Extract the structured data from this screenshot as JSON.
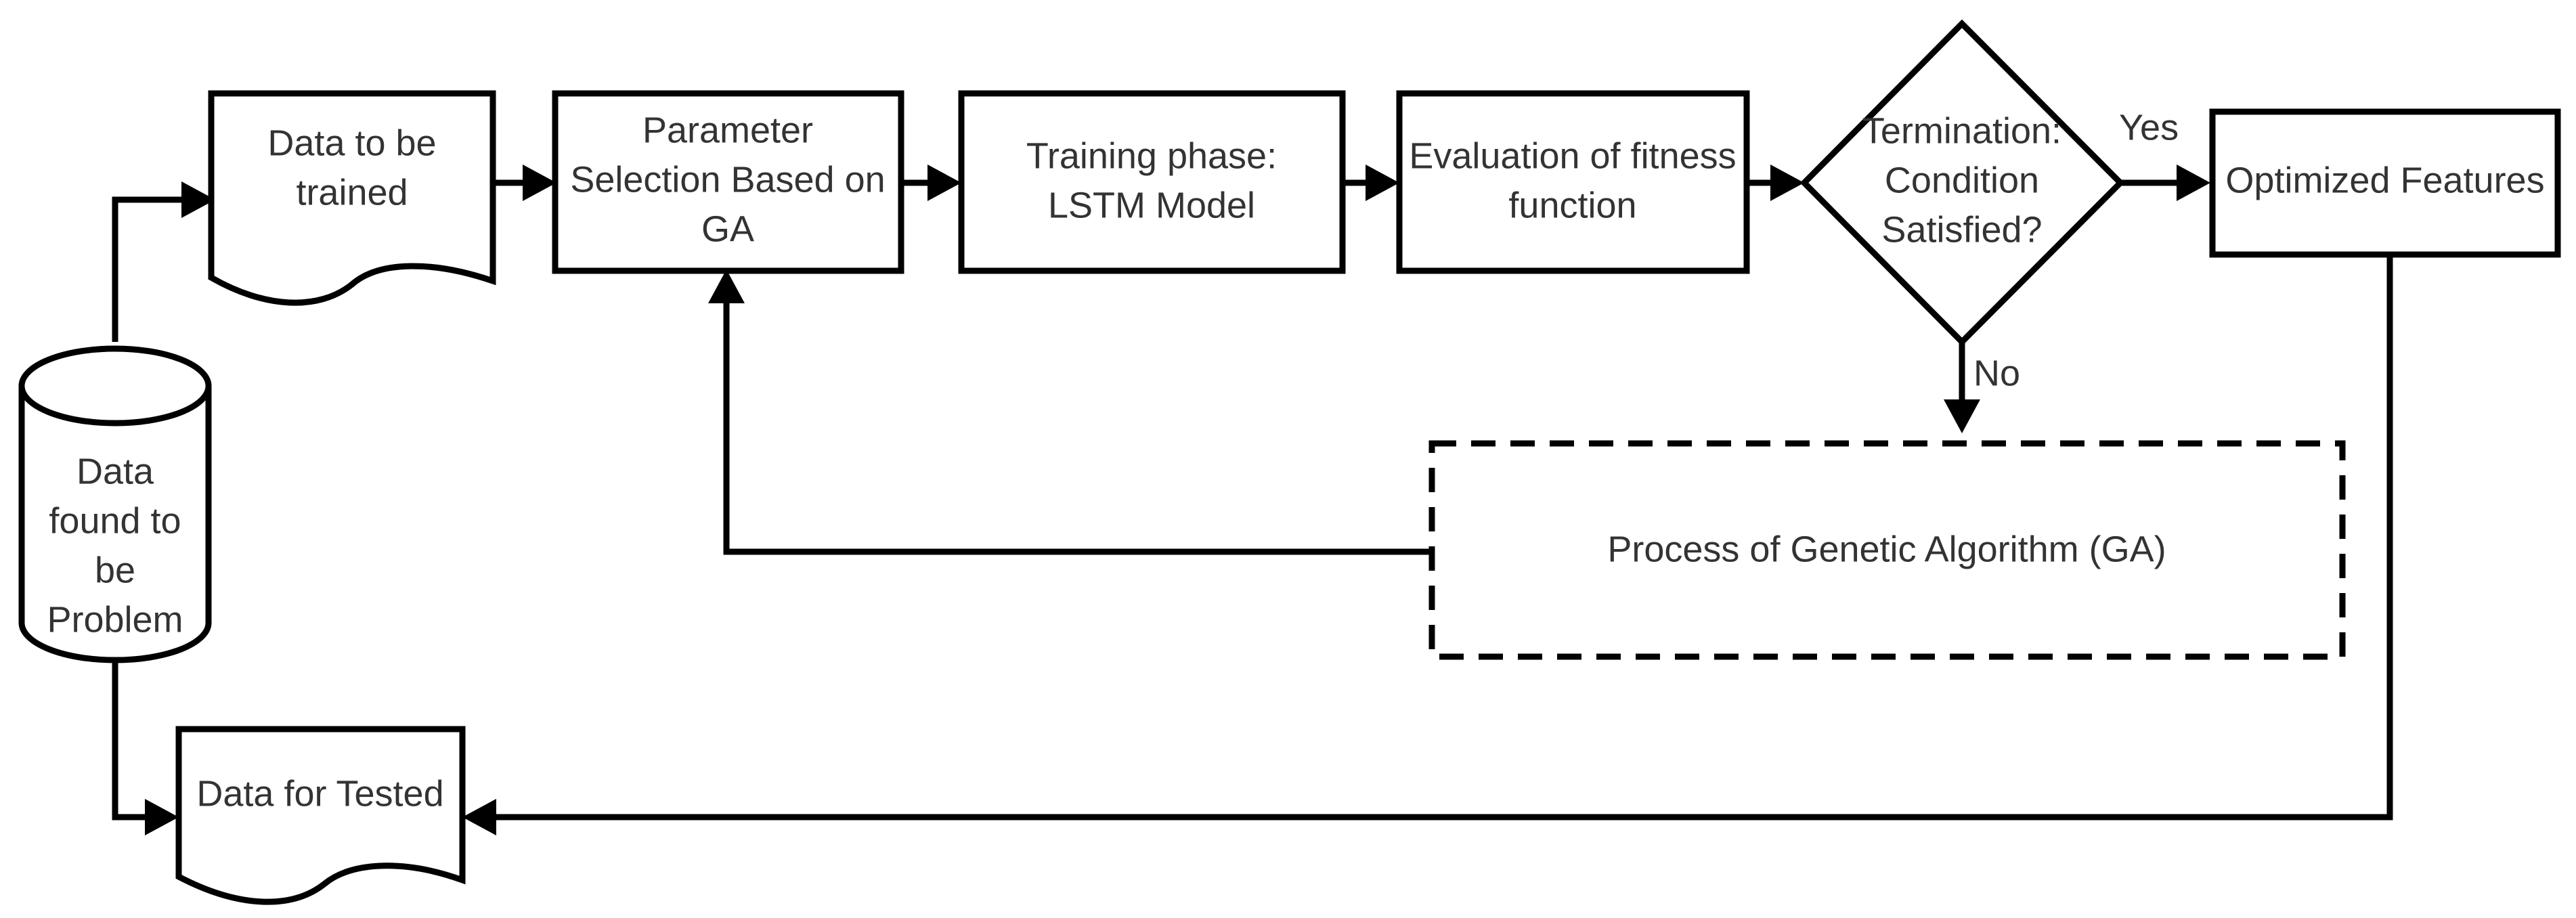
{
  "nodes": {
    "data_problem": {
      "lines": [
        "Data",
        "found to",
        "be",
        "Problem"
      ]
    },
    "data_trained": {
      "lines": [
        "Data to be",
        "trained"
      ]
    },
    "data_tested": {
      "lines": [
        "Data for Tested"
      ]
    },
    "param_selection": {
      "lines": [
        "Parameter",
        "Selection Based on",
        "GA"
      ]
    },
    "training_phase": {
      "lines": [
        "Training phase:",
        "LSTM Model"
      ]
    },
    "fitness_eval": {
      "lines": [
        "Evaluation of fitness",
        "function"
      ]
    },
    "termination": {
      "lines": [
        "Termination:",
        "Condition",
        "Satisfied?"
      ]
    },
    "optimized": {
      "lines": [
        "Optimized Features"
      ]
    },
    "ga_process": {
      "lines": [
        "Process of Genetic Algorithm (GA)"
      ]
    }
  },
  "edges": {
    "yes_label": "Yes",
    "no_label": "No"
  }
}
